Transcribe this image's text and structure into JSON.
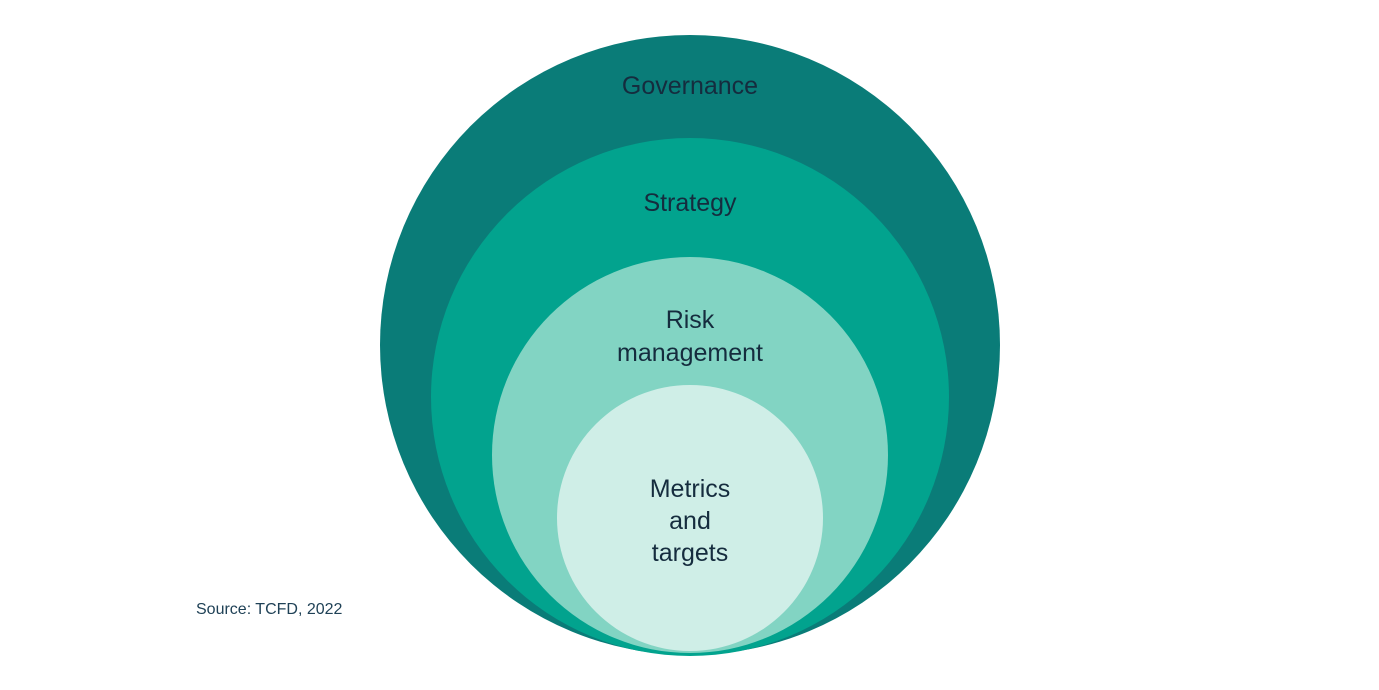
{
  "diagram": {
    "type": "nested-circles",
    "description": "TCFD disclosure framework pillars shown as concentric circles",
    "levels": [
      {
        "name": "governance",
        "label": "Governance",
        "color": "#0a7c78"
      },
      {
        "name": "strategy",
        "label": "Strategy",
        "color": "#02a38e"
      },
      {
        "name": "risk-management",
        "label": "Risk\nmanagement",
        "color": "#82d4c3"
      },
      {
        "name": "metrics-targets",
        "label": "Metrics\nand\ntargets",
        "color": "#cfeee7"
      }
    ],
    "source": "Source: TCFD, 2022",
    "colors": {
      "label_text": "#152c3e",
      "source_text": "#1f4156",
      "background": "#ffffff"
    }
  }
}
